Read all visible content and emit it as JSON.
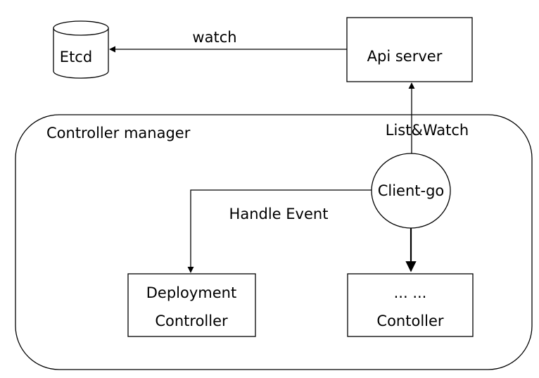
{
  "diagram": {
    "etcd": {
      "label": "Etcd"
    },
    "api_server": {
      "label": "Api server"
    },
    "controller_manager": {
      "label": "Controller manager"
    },
    "client_go": {
      "label": "Client-go"
    },
    "deployment_controller": {
      "line1": "Deployment",
      "line2": "Controller"
    },
    "other_controller": {
      "line1": "... ...",
      "line2": "Contoller"
    },
    "edges": {
      "watch": "watch",
      "list_watch": "List&Watch",
      "handle_event": "Handle Event"
    }
  }
}
